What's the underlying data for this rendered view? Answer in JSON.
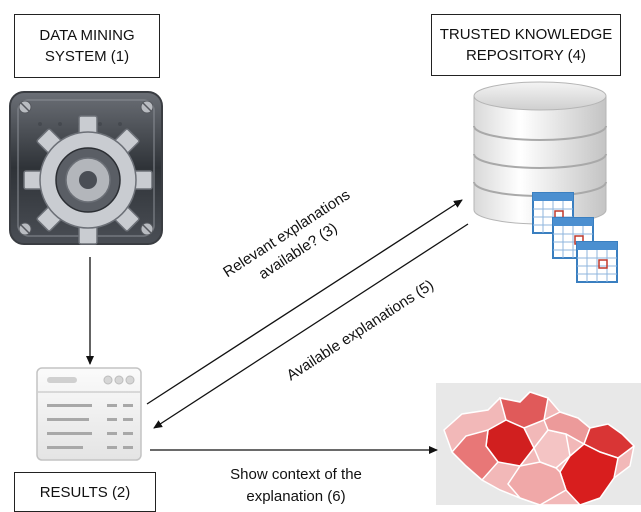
{
  "nodes": {
    "data_mining": {
      "line1": "DATA MINING",
      "line2": "SYSTEM (1)"
    },
    "repository": {
      "line1": "TRUSTED KNOWLEDGE",
      "line2": "REPOSITORY (4)"
    },
    "results": {
      "label": "RESULTS (2)"
    }
  },
  "edges": {
    "relevant": {
      "line1": "Relevant explanations",
      "line2": "available? (3)"
    },
    "available": {
      "label": "Available explanations (5)"
    },
    "context": {
      "line1": "Show context of the",
      "line2": "explanation (6)"
    }
  },
  "icons": [
    "gear-icon",
    "database-icon",
    "table-icon",
    "results-window-icon",
    "map-icon"
  ],
  "colors": {
    "arrow": "#111111",
    "map_dark": "#d11f1f",
    "map_light": "#f2b8b8"
  }
}
